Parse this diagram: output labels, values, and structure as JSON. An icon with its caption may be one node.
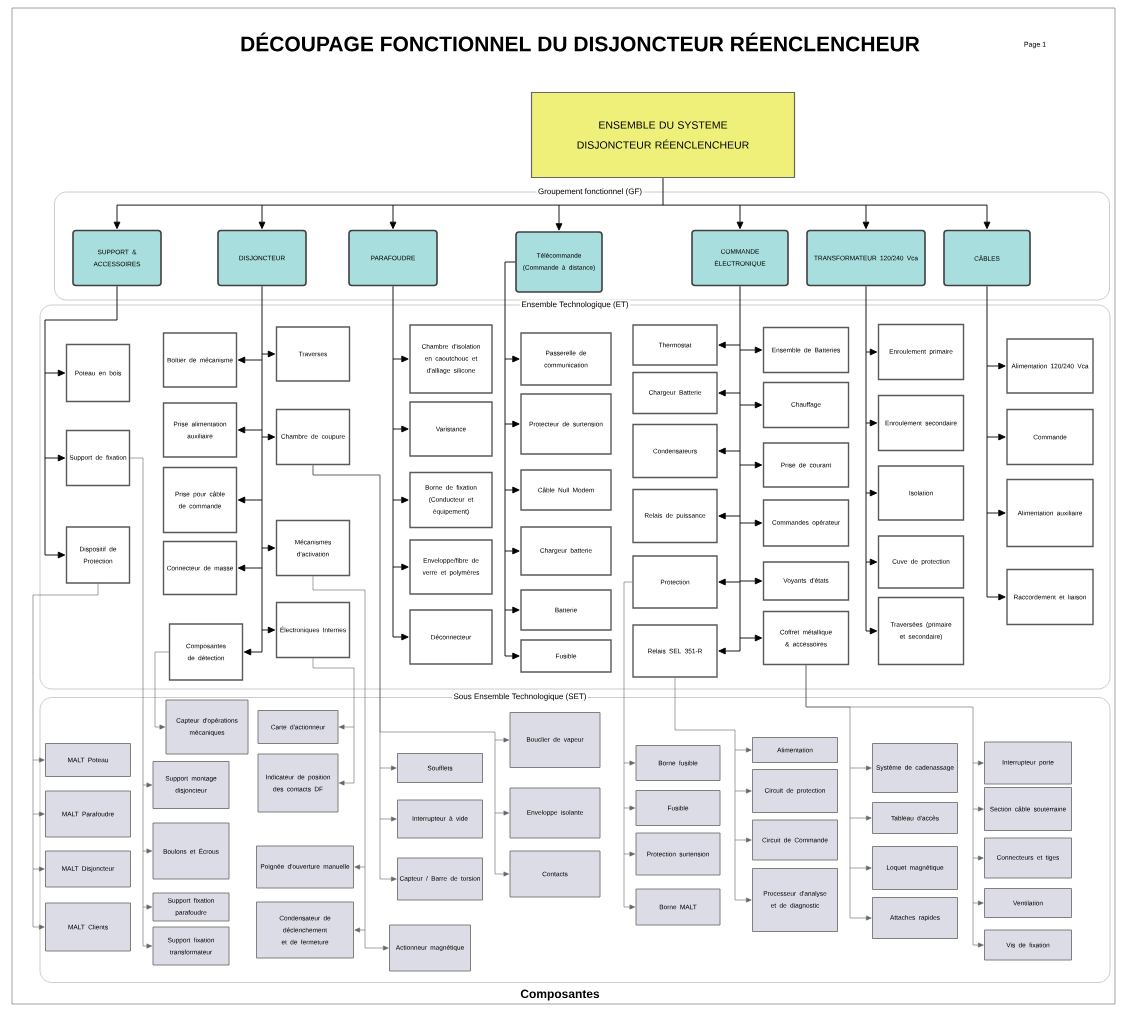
{
  "diagram": {
    "title": "DÉCOUPAGE FONCTIONNEL DU DISJONCTEUR RÉENCLENCHEUR",
    "nodes": [
      {
        "text": [
          "ENSEMBLE DU SYSTEME",
          "DISJONCTEUR RÉENCLENCHEUR"
        ]
      },
      {
        "text": [
          "Groupement fonctionnel (GF)"
        ]
      },
      {
        "text": [
          "SUPPORT & ACCESSOIRES"
        ],
        "in": 1
      },
      {
        "text": [
          "DISJONCTEUR"
        ],
        "in": 1
      },
      {
        "text": [
          "PARAFOUDRE"
        ],
        "in": 1
      },
      {
        "text": [
          "Télécommande (Commande à distance)"
        ],
        "in": 1
      },
      {
        "text": [
          "COMMANDE ÉLECTRONIQUE"
        ],
        "in": 1
      },
      {
        "text": [
          "TRANSFORMATEUR 120/240 Vca"
        ],
        "in": 1
      },
      {
        "text": [
          "CÂBLES"
        ],
        "in": 1
      },
      {
        "text": [
          "Ensemble Technologique (ET)"
        ]
      },
      {
        "text": [
          "Poteau en bois"
        ],
        "in": 9
      },
      {
        "text": [
          "Support de fixation"
        ],
        "in": 9
      },
      {
        "text": [
          "Dispositif de Protection"
        ],
        "in": 9
      },
      {
        "text": [
          "Boîtier de mécanisme"
        ],
        "in": 9
      },
      {
        "text": [
          "Prise alimentation auxiliaire"
        ],
        "in": 9
      },
      {
        "text": [
          "Prise pour câble de commande"
        ],
        "in": 9
      },
      {
        "text": [
          "Connecteur de masse"
        ],
        "in": 9
      },
      {
        "text": [
          "Composantes de détection"
        ],
        "in": 9
      },
      {
        "text": [
          "Traverses"
        ],
        "in": 9
      },
      {
        "text": [
          "Chambre de coupure"
        ],
        "in": 9
      },
      {
        "text": [
          "Mécanismes d'activation"
        ],
        "in": 9
      },
      {
        "text": [
          "Électroniques Internes"
        ],
        "in": 9
      },
      {
        "text": [
          "Chambre d'isolation en caoutchouc et d'alliage silicone"
        ],
        "in": 9
      },
      {
        "text": [
          "Varistance"
        ],
        "in": 9
      },
      {
        "text": [
          "Borne de fixation (Conducteur et équipement)"
        ],
        "in": 9
      },
      {
        "text": [
          "Enveloppe/fibre de verre et polymères"
        ],
        "in": 9
      },
      {
        "text": [
          "Déconnecteur"
        ],
        "in": 9
      },
      {
        "text": [
          "Passerelle de communication"
        ],
        "in": 9
      },
      {
        "text": [
          "Protecteur de surtension"
        ],
        "in": 9
      },
      {
        "text": [
          "Câble Null Modem"
        ],
        "in": 9
      },
      {
        "text": [
          "Chargeur batterie"
        ],
        "in": 9
      },
      {
        "text": [
          "Batterie"
        ],
        "in": 9
      },
      {
        "text": [
          "Fusible"
        ],
        "in": 9
      },
      {
        "text": [
          "Thermostat"
        ],
        "in": 9
      },
      {
        "text": [
          "Chargeur Batterie"
        ],
        "in": 9
      },
      {
        "text": [
          "Condensateurs"
        ],
        "in": 9
      },
      {
        "text": [
          "Relais de puissance"
        ],
        "in": 9
      },
      {
        "text": [
          "Protection"
        ],
        "in": 9
      },
      {
        "text": [
          "Relais SEL 351-R"
        ],
        "in": 9
      },
      {
        "text": [
          "Ensemble de Batteries"
        ],
        "in": 9
      },
      {
        "text": [
          "Chauffage"
        ],
        "in": 9
      },
      {
        "text": [
          "Prise de courant"
        ],
        "in": 9
      },
      {
        "text": [
          "Commandes opérateur"
        ],
        "in": 9
      },
      {
        "text": [
          "Voyants d'états"
        ],
        "in": 9
      },
      {
        "text": [
          "Coffret métallique & accessoires"
        ],
        "in": 9
      },
      {
        "text": [
          "Enroulement primaire"
        ],
        "in": 9
      },
      {
        "text": [
          "Enroulement secondaire"
        ],
        "in": 9
      },
      {
        "text": [
          "Isolation"
        ],
        "in": 9
      },
      {
        "text": [
          "Cuve de protection"
        ],
        "in": 9
      },
      {
        "text": [
          "Traversées (primaire et secondaire)"
        ],
        "in": 9
      },
      {
        "text": [
          "Alimentation 120/240 Vca"
        ],
        "in": 9
      },
      {
        "text": [
          "Commande"
        ],
        "in": 9
      },
      {
        "text": [
          "Alimentation auxiliaire"
        ],
        "in": 9
      },
      {
        "text": [
          "Raccordement et liaison"
        ],
        "in": 9
      },
      {
        "text": [
          "Sous Ensemble Technologique (SET)"
        ]
      },
      {
        "text": [
          "MALT Poteau"
        ],
        "in": 54
      },
      {
        "text": [
          "MALT Parafoudre"
        ],
        "in": 54
      },
      {
        "text": [
          "MALT Disjoncteur"
        ],
        "in": 54
      },
      {
        "text": [
          "MALT Clients"
        ],
        "in": 54
      },
      {
        "text": [
          "Support montage disjoncteur"
        ],
        "in": 54
      },
      {
        "text": [
          "Boulons et Écrous"
        ],
        "in": 54
      },
      {
        "text": [
          "Support fixation parafoudre"
        ],
        "in": 54
      },
      {
        "text": [
          "Support fixation transformateur"
        ],
        "in": 54
      },
      {
        "text": [
          "Capteur d'opérations mécaniques"
        ],
        "in": 54
      },
      {
        "text": [
          "Carte d'actionneur"
        ],
        "in": 54
      },
      {
        "text": [
          "Indicateur de position des contacts DF"
        ],
        "in": 54
      },
      {
        "text": [
          "Poignée d'ouverture manuelle"
        ],
        "in": 54
      },
      {
        "text": [
          "Condensateur de déclenchement et de fermeture"
        ],
        "in": 54
      },
      {
        "text": [
          "Actionneur magnétique"
        ],
        "in": 54
      },
      {
        "text": [
          "Soufflets"
        ],
        "in": 54
      },
      {
        "text": [
          "Interrupteur à vide"
        ],
        "in": 54
      },
      {
        "text": [
          "Capteur / Barre de torsion"
        ],
        "in": 54
      },
      {
        "text": [
          "Bouclier de vapeur"
        ],
        "in": 54
      },
      {
        "text": [
          "Enveloppe isolante"
        ],
        "in": 54
      },
      {
        "text": [
          "Contacts"
        ],
        "in": 54
      },
      {
        "text": [
          "Borne fusible"
        ],
        "in": 54
      },
      {
        "text": [
          "Fusible"
        ],
        "in": 54
      },
      {
        "text": [
          "Protection surtension"
        ],
        "in": 54
      },
      {
        "text": [
          "Borne MALT"
        ],
        "in": 54
      },
      {
        "text": [
          "Alimentation"
        ],
        "in": 54
      },
      {
        "text": [
          "Circuit de protection"
        ],
        "in": 54
      },
      {
        "text": [
          "Circuit de Commande"
        ],
        "in": 54
      },
      {
        "text": [
          "Processeur d'analyse et de diagnostic"
        ],
        "in": 54
      },
      {
        "text": [
          "Système de cadenassage"
        ],
        "in": 54
      },
      {
        "text": [
          "Tableau d'accès"
        ],
        "in": 54
      },
      {
        "text": [
          "Loquet magnétique"
        ],
        "in": 54
      },
      {
        "text": [
          "Attaches rapides"
        ],
        "in": 54
      },
      {
        "text": [
          "Interrupteur porte"
        ],
        "in": 54
      },
      {
        "text": [
          "Section câble souterraine"
        ],
        "in": 54
      },
      {
        "text": [
          "Connecteurs et tiges"
        ],
        "in": 54
      },
      {
        "text": [
          "Ventilation"
        ],
        "in": 54
      },
      {
        "text": [
          "Vis de fixation"
        ],
        "in": 54
      }
    ],
    "edges": [
      {
        "from": 0,
        "to": 2,
        "arrow": "to"
      },
      {
        "from": 0,
        "to": 3,
        "arrow": "to"
      },
      {
        "from": 0,
        "to": 4,
        "arrow": "to"
      },
      {
        "from": 0,
        "to": 5,
        "arrow": "to"
      },
      {
        "from": 0,
        "to": 6,
        "arrow": "to"
      },
      {
        "from": 0,
        "to": 7,
        "arrow": "to"
      },
      {
        "from": 0,
        "to": 8,
        "arrow": "to"
      },
      {
        "from": 2,
        "to": 10,
        "arrow": "to"
      },
      {
        "from": 2,
        "to": 11,
        "arrow": "to"
      },
      {
        "from": 2,
        "to": 12,
        "arrow": "to"
      },
      {
        "from": 3,
        "to": 13,
        "arrow": "to"
      },
      {
        "from": 3,
        "to": 14,
        "arrow": "to"
      },
      {
        "from": 3,
        "to": 15,
        "arrow": "to"
      },
      {
        "from": 3,
        "to": 16,
        "arrow": "to"
      },
      {
        "from": 3,
        "to": 17,
        "arrow": "to"
      },
      {
        "from": 3,
        "to": 18,
        "arrow": "to"
      },
      {
        "from": 3,
        "to": 19,
        "arrow": "to"
      },
      {
        "from": 3,
        "to": 20,
        "arrow": "to"
      },
      {
        "from": 3,
        "to": 21,
        "arrow": "to"
      },
      {
        "from": 4,
        "to": 22,
        "arrow": "to"
      },
      {
        "from": 4,
        "to": 23,
        "arrow": "to"
      },
      {
        "from": 4,
        "to": 24,
        "arrow": "to"
      },
      {
        "from": 4,
        "to": 25,
        "arrow": "to"
      },
      {
        "from": 4,
        "to": 26,
        "arrow": "to"
      },
      {
        "from": 5,
        "to": 27,
        "arrow": "to"
      },
      {
        "from": 5,
        "to": 28,
        "arrow": "to"
      },
      {
        "from": 5,
        "to": 29,
        "arrow": "to"
      },
      {
        "from": 5,
        "to": 30,
        "arrow": "to"
      },
      {
        "from": 5,
        "to": 31,
        "arrow": "to"
      },
      {
        "from": 5,
        "to": 32,
        "arrow": "to"
      },
      {
        "from": 6,
        "to": 33,
        "arrow": "to"
      },
      {
        "from": 6,
        "to": 34,
        "arrow": "to"
      },
      {
        "from": 6,
        "to": 35,
        "arrow": "to"
      },
      {
        "from": 6,
        "to": 36,
        "arrow": "to"
      },
      {
        "from": 6,
        "to": 37,
        "arrow": "to"
      },
      {
        "from": 6,
        "to": 38,
        "arrow": "to"
      },
      {
        "from": 6,
        "to": 39,
        "arrow": "to"
      },
      {
        "from": 6,
        "to": 40,
        "arrow": "to"
      },
      {
        "from": 6,
        "to": 41,
        "arrow": "to"
      },
      {
        "from": 6,
        "to": 42,
        "arrow": "to"
      },
      {
        "from": 6,
        "to": 43,
        "arrow": "to"
      },
      {
        "from": 6,
        "to": 44,
        "arrow": "to"
      },
      {
        "from": 7,
        "to": 45,
        "arrow": "to"
      },
      {
        "from": 7,
        "to": 46,
        "arrow": "to"
      },
      {
        "from": 7,
        "to": 47,
        "arrow": "to"
      },
      {
        "from": 7,
        "to": 48,
        "arrow": "to"
      },
      {
        "from": 7,
        "to": 49,
        "arrow": "to"
      },
      {
        "from": 8,
        "to": 50,
        "arrow": "to"
      },
      {
        "from": 8,
        "to": 51,
        "arrow": "to"
      },
      {
        "from": 8,
        "to": 52,
        "arrow": "to"
      },
      {
        "from": 8,
        "to": 53,
        "arrow": "to"
      },
      {
        "from": 12,
        "to": 55,
        "arrow": "to",
        "color": "#666666"
      },
      {
        "from": 12,
        "to": 56,
        "arrow": "to",
        "color": "#666666"
      },
      {
        "from": 12,
        "to": 57,
        "arrow": "to",
        "color": "#666666"
      },
      {
        "from": 12,
        "to": 58,
        "arrow": "to",
        "color": "#666666"
      },
      {
        "from": 11,
        "to": 59,
        "arrow": "to",
        "color": "#666666"
      },
      {
        "from": 11,
        "to": 60,
        "arrow": "to",
        "color": "#666666"
      },
      {
        "from": 11,
        "to": 61,
        "arrow": "to",
        "color": "#666666"
      },
      {
        "from": 11,
        "to": 62,
        "arrow": "to",
        "color": "#666666"
      },
      {
        "from": 17,
        "to": 63,
        "arrow": "to",
        "color": "#666666"
      },
      {
        "from": 21,
        "to": 64,
        "arrow": "to",
        "color": "#666666"
      },
      {
        "from": 21,
        "to": 65,
        "arrow": "to",
        "color": "#666666"
      },
      {
        "from": 20,
        "to": 66,
        "arrow": "to",
        "color": "#666666"
      },
      {
        "from": 20,
        "to": 67,
        "arrow": "to",
        "color": "#666666"
      },
      {
        "from": 20,
        "to": 68,
        "arrow": "to",
        "color": "#666666"
      },
      {
        "from": 19,
        "to": 69,
        "arrow": "to",
        "color": "#666666"
      },
      {
        "from": 19,
        "to": 70,
        "arrow": "to",
        "color": "#666666"
      },
      {
        "from": 19,
        "to": 71,
        "arrow": "to",
        "color": "#666666"
      },
      {
        "from": 19,
        "to": 72,
        "arrow": "to",
        "color": "#666666"
      },
      {
        "from": 19,
        "to": 73,
        "arrow": "to",
        "color": "#666666"
      },
      {
        "from": 19,
        "to": 74,
        "arrow": "to",
        "color": "#666666"
      },
      {
        "from": 37,
        "to": 75,
        "arrow": "to",
        "color": "#666666"
      },
      {
        "from": 37,
        "to": 76,
        "arrow": "to",
        "color": "#666666"
      },
      {
        "from": 37,
        "to": 77,
        "arrow": "to",
        "color": "#666666"
      },
      {
        "from": 37,
        "to": 78,
        "arrow": "to",
        "color": "#666666"
      },
      {
        "from": 38,
        "to": 79,
        "arrow": "to",
        "color": "#666666"
      },
      {
        "from": 38,
        "to": 80,
        "arrow": "to",
        "color": "#666666"
      },
      {
        "from": 38,
        "to": 81,
        "arrow": "to",
        "color": "#666666"
      },
      {
        "from": 38,
        "to": 82,
        "arrow": "to",
        "color": "#666666"
      },
      {
        "from": 44,
        "to": 83,
        "arrow": "to",
        "color": "#666666"
      },
      {
        "from": 44,
        "to": 84,
        "arrow": "to",
        "color": "#666666"
      },
      {
        "from": 44,
        "to": 85,
        "arrow": "to",
        "color": "#666666"
      },
      {
        "from": 44,
        "to": 86,
        "arrow": "to",
        "color": "#666666"
      },
      {
        "from": 44,
        "to": 87,
        "arrow": "to",
        "color": "#666666"
      },
      {
        "from": 44,
        "to": 88,
        "arrow": "to",
        "color": "#666666"
      },
      {
        "from": 44,
        "to": 89,
        "arrow": "to",
        "color": "#666666"
      },
      {
        "from": 44,
        "to": 90,
        "arrow": "to",
        "color": "#666666"
      },
      {
        "from": 44,
        "to": 91,
        "arrow": "to",
        "color": "#666666"
      }
    ],
    "labels": [
      "Page 1",
      "Composantes"
    ]
  }
}
